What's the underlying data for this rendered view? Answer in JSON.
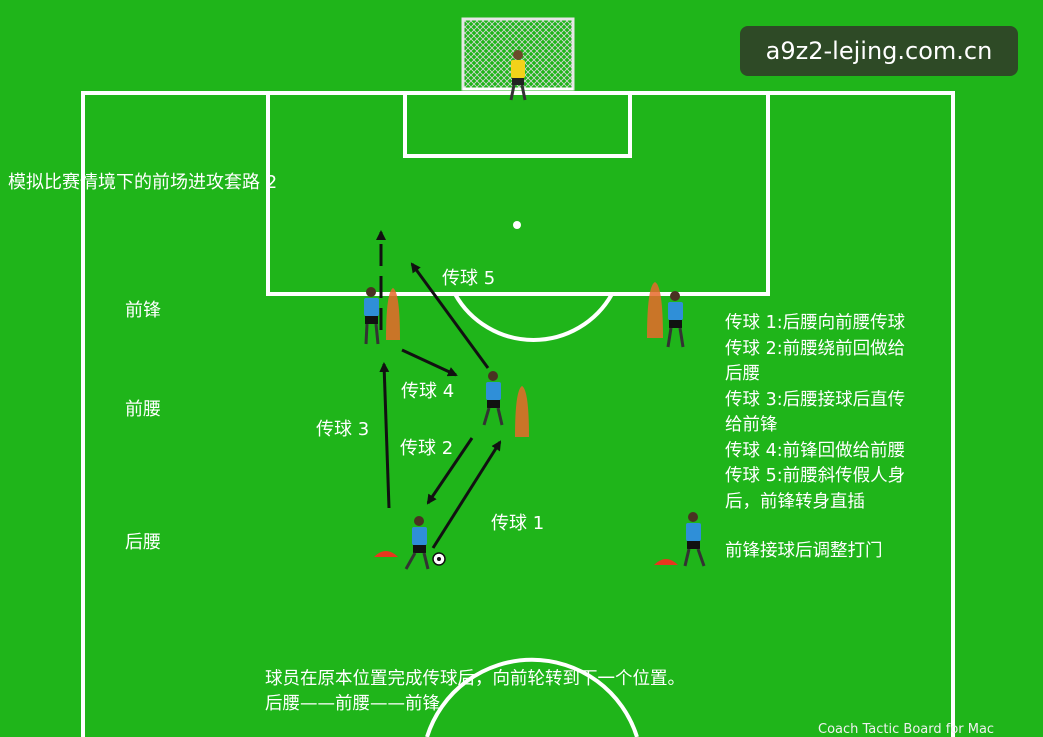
{
  "title": "模拟比赛情境下的前场进攻套路 2",
  "watermark": "a9z2-lejing.com.cn",
  "credit": "Coach Tactic Board for Mac",
  "roles": {
    "forward": "前锋",
    "attacking_mid": "前腰",
    "defensive_mid": "后腰"
  },
  "passes": {
    "p1": "传球 1",
    "p2": "传球 2",
    "p3": "传球 3",
    "p4": "传球 4",
    "p5": "传球 5"
  },
  "notes": [
    "传球 1:后腰向前腰传球",
    "传球 2:前腰绕前回做给",
    "后腰",
    "传球 3:后腰接球后直传",
    "给前锋",
    "传球 4:前锋回做给前腰",
    "传球 5:前腰斜传假人身",
    "后，前锋转身直插",
    "前锋接球后调整打门"
  ],
  "bottom_note": [
    "球员在原本位置完成传球后，向前轮转到下一个位置。",
    "后腰——前腰——前锋"
  ],
  "colors": {
    "pitch": "#1fb51a",
    "line": "#ffffff",
    "player_shirt": "#2f8fd8",
    "keeper_shirt": "#f2d21a",
    "cone": "#e8361e",
    "arrow": "#111111"
  }
}
